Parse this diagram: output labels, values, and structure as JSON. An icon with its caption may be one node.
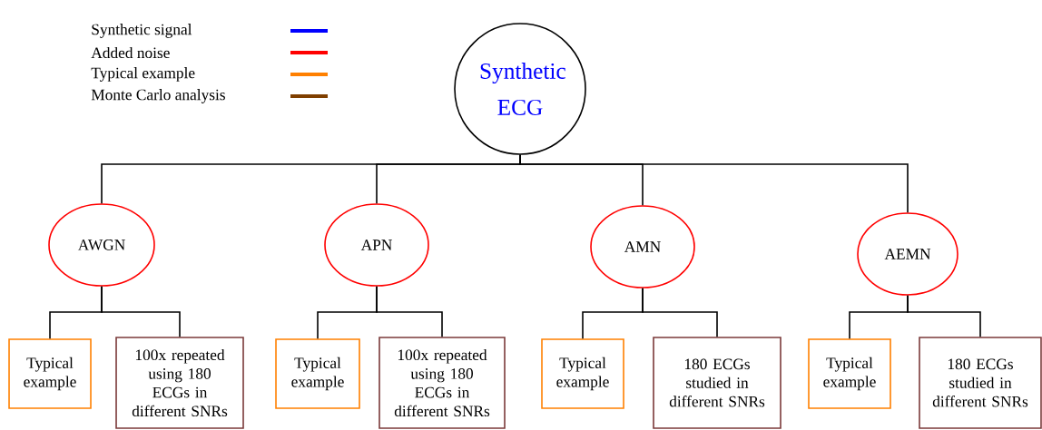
{
  "diagram": {
    "nodes": [
      {
        "text": [
          "Synthetic ECG"
        ]
      },
      {
        "text": [
          "AWGN"
        ]
      },
      {
        "text": [
          "APN"
        ]
      },
      {
        "text": [
          "AMN"
        ]
      },
      {
        "text": [
          "AEMN"
        ]
      },
      {
        "text": [
          "Typical example"
        ]
      },
      {
        "text": [
          "100x repeated using 180 ECGs in different SNRs"
        ]
      },
      {
        "text": [
          "Typical example"
        ]
      },
      {
        "text": [
          "100x repeated using 180 ECGs in different SNRs"
        ]
      },
      {
        "text": [
          "Typical example"
        ]
      },
      {
        "text": [
          "180 ECGs studied in different SNRs"
        ]
      },
      {
        "text": [
          "Typical example"
        ]
      },
      {
        "text": [
          "180 ECGs studied in different SNRs"
        ]
      }
    ],
    "edges": [
      {
        "from": 0,
        "to": 1,
        "arrow": "none"
      },
      {
        "from": 0,
        "to": 2,
        "arrow": "none"
      },
      {
        "from": 0,
        "to": 3,
        "arrow": "none"
      },
      {
        "from": 0,
        "to": 4,
        "arrow": "none"
      },
      {
        "from": 1,
        "to": 5,
        "arrow": "none"
      },
      {
        "from": 1,
        "to": 6,
        "arrow": "none"
      },
      {
        "from": 2,
        "to": 7,
        "arrow": "none"
      },
      {
        "from": 2,
        "to": 8,
        "arrow": "none"
      },
      {
        "from": 3,
        "to": 9,
        "arrow": "none"
      },
      {
        "from": 3,
        "to": 10,
        "arrow": "none"
      },
      {
        "from": 4,
        "to": 11,
        "arrow": "none"
      },
      {
        "from": 4,
        "to": 12,
        "arrow": "none"
      }
    ],
    "legend": [
      {
        "text": "Synthetic signal",
        "color": "#0000ff"
      },
      {
        "text": "Added noise",
        "color": "#ff0000"
      },
      {
        "text": "Typical example",
        "color": "#ff8000"
      },
      {
        "text": "Monte Carlo analysis",
        "color": "#7f3f00"
      }
    ]
  }
}
